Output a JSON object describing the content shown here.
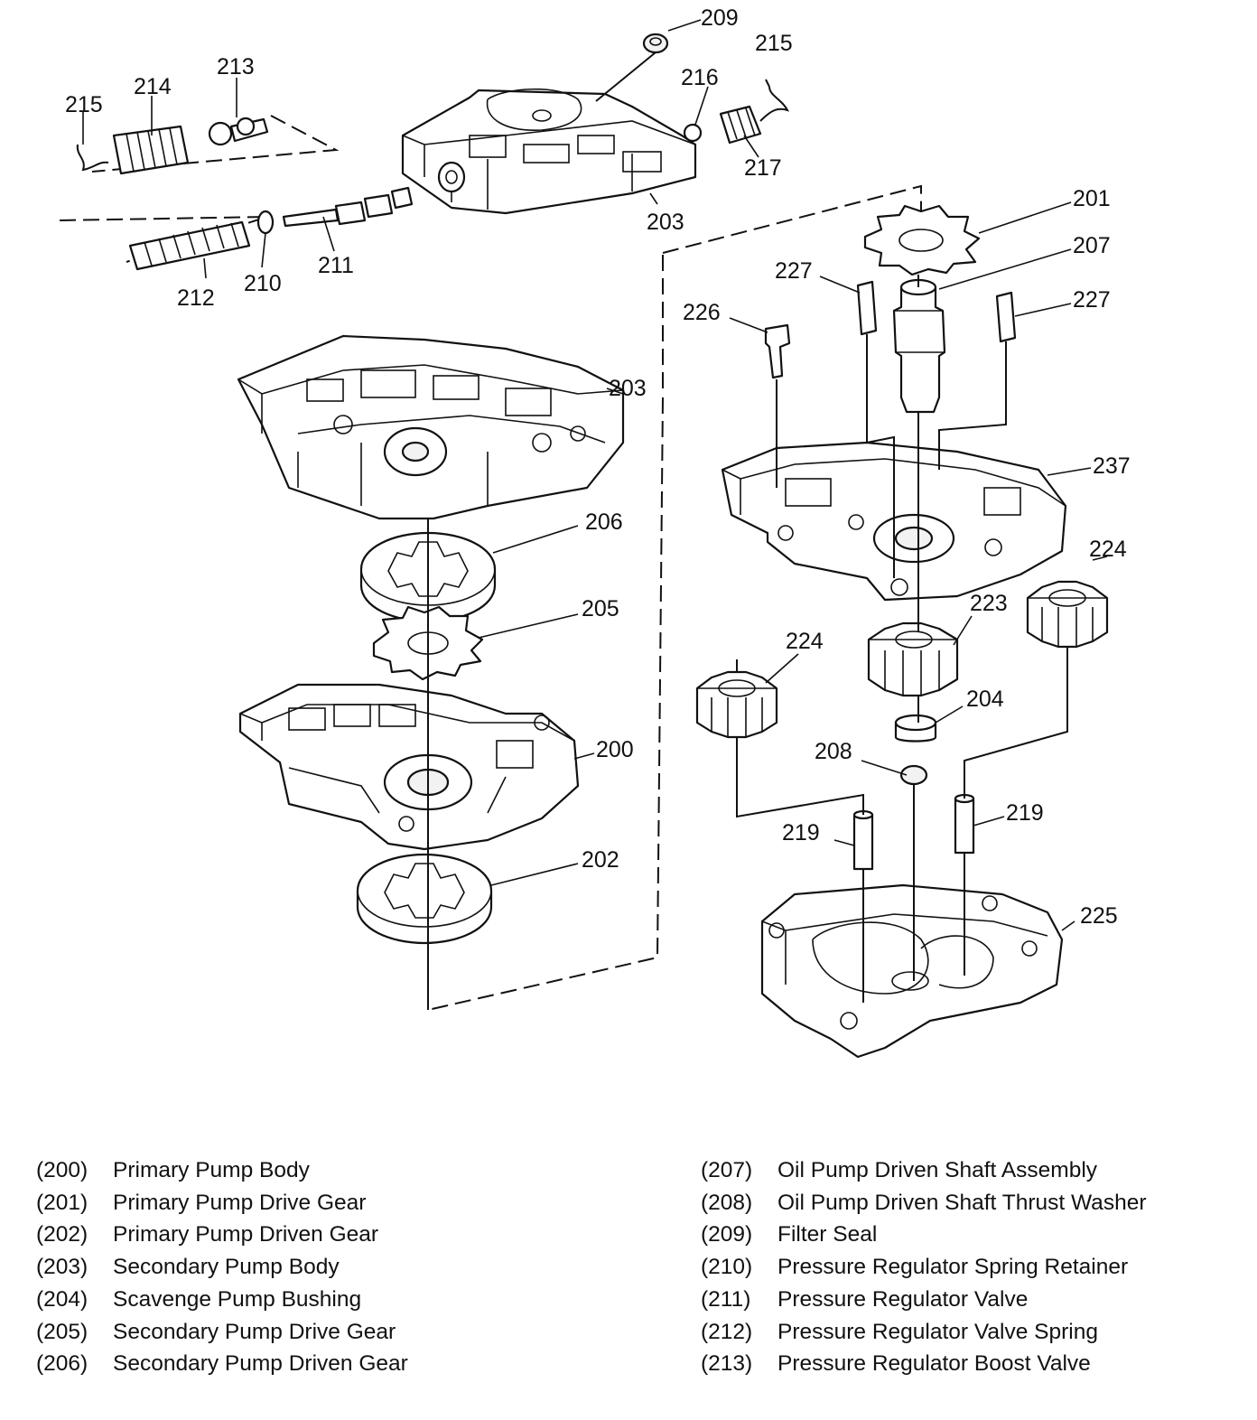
{
  "callouts": {
    "c200": "200",
    "c201": "201",
    "c202": "202",
    "c203a": "203",
    "c203b": "203",
    "c204": "204",
    "c205": "205",
    "c206": "206",
    "c207": "207",
    "c208": "208",
    "c209": "209",
    "c210": "210",
    "c211": "211",
    "c212": "212",
    "c213": "213",
    "c214": "214",
    "c215a": "215",
    "c215b": "215",
    "c216": "216",
    "c217": "217",
    "c219a": "219",
    "c219b": "219",
    "c223": "223",
    "c224a": "224",
    "c224b": "224",
    "c225": "225",
    "c226": "226",
    "c227a": "227",
    "c227b": "227",
    "c237": "237"
  },
  "legend": {
    "left": [
      {
        "num": "(200)",
        "label": "Primary Pump Body"
      },
      {
        "num": "(201)",
        "label": "Primary Pump Drive Gear"
      },
      {
        "num": "(202)",
        "label": "Primary Pump Driven Gear"
      },
      {
        "num": "(203)",
        "label": "Secondary Pump Body"
      },
      {
        "num": "(204)",
        "label": "Scavenge Pump Bushing"
      },
      {
        "num": "(205)",
        "label": "Secondary Pump Drive Gear"
      },
      {
        "num": "(206)",
        "label": "Secondary Pump Driven Gear"
      }
    ],
    "right": [
      {
        "num": "(207)",
        "label": "Oil Pump Driven Shaft Assembly"
      },
      {
        "num": "(208)",
        "label": "Oil Pump Driven Shaft Thrust Washer"
      },
      {
        "num": "(209)",
        "label": "Filter Seal"
      },
      {
        "num": "(210)",
        "label": "Pressure Regulator Spring Retainer"
      },
      {
        "num": "(211)",
        "label": "Pressure Regulator Valve"
      },
      {
        "num": "(212)",
        "label": "Pressure Regulator Valve Spring"
      },
      {
        "num": "(213)",
        "label": "Pressure Regulator Boost Valve"
      }
    ]
  }
}
